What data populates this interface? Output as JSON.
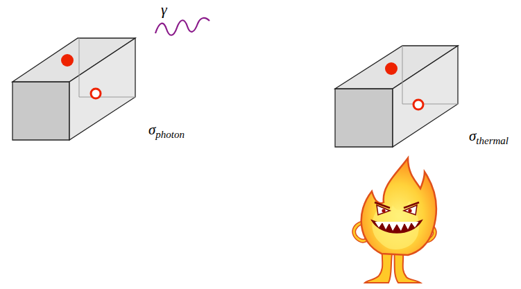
{
  "diagram": {
    "labels": [
      "γ",
      "σphoton",
      "σthermal"
    ]
  }
}
